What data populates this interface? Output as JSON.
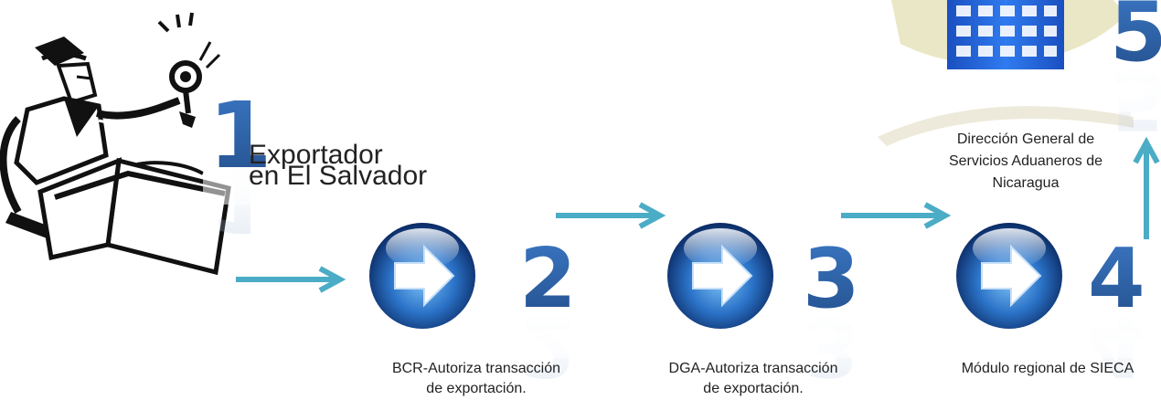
{
  "colors": {
    "arrow": "#4bacc6",
    "number_blue": "#2e5f9e",
    "orb_dark": "#0d2f6b",
    "orb_light": "#6fb3f0",
    "building_blue": "#1f5fd6",
    "roof_beige": "#e8e4c0"
  },
  "icons": [
    "exporter-clipart-icon",
    "magnifier-icon",
    "arrow-orb-icon",
    "building-icon"
  ],
  "steps": [
    {
      "number": "1",
      "lines": [
        "Exportador",
        "en El Salvador"
      ]
    },
    {
      "number": "2",
      "lines": [
        "BCR-Autoriza transacción",
        "de exportación."
      ]
    },
    {
      "number": "3",
      "lines": [
        "DGA-Autoriza transacción",
        "de exportación."
      ]
    },
    {
      "number": "4",
      "lines": [
        "Módulo regional de SIECA"
      ]
    },
    {
      "number": "5",
      "lines": [
        "Dirección General de",
        "Servicios Aduaneros de",
        "Nicaragua"
      ]
    }
  ]
}
